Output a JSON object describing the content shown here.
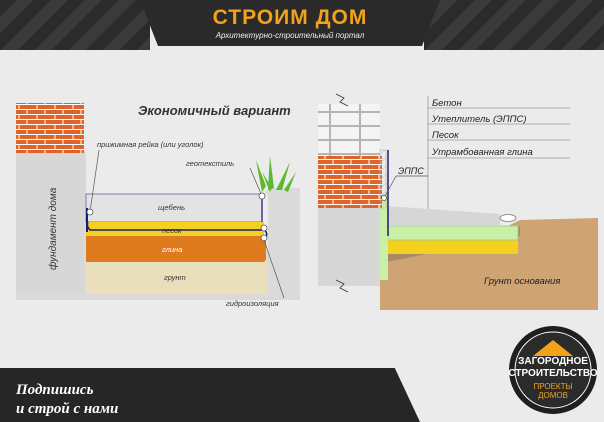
{
  "header": {
    "title": "СТРОИМ ДОМ",
    "subtitle": "Архитектурно-строительный портал"
  },
  "left_diagram": {
    "title": "Экономичный вариант",
    "foundation_label": "фундамент дома",
    "labels": {
      "clamp": "прижимная рейка (или уголок)",
      "geotextile": "геотекстиль",
      "gravel": "щебень",
      "sand": "песок",
      "clay": "глина",
      "soil": "грунт",
      "waterproofing": "гидроизоляция"
    }
  },
  "right_diagram": {
    "legend": [
      "Бетон",
      "Утеплитель (ЭППС)",
      "Песок",
      "Утрамбованная глина"
    ],
    "epps_label": "ЭППС",
    "base_soil_label": "Грунт основания"
  },
  "footer": {
    "line1": "Подпишись",
    "line2": "и строй с нами"
  },
  "badge": {
    "line1": "ЗАГОРОДНОЕ",
    "line2": "СТРОИТЕЛЬСТВО",
    "line3": "ПРОЕКТЫ",
    "line4": "ДОМОВ"
  },
  "colors": {
    "brick": "#e0642a",
    "accent": "#f2a31b",
    "sand": "#f3d11e",
    "clay": "#e07a1f",
    "soil": "#e9dfbd",
    "insulation": "#c9f0a8",
    "base_soil": "#cfa474"
  }
}
